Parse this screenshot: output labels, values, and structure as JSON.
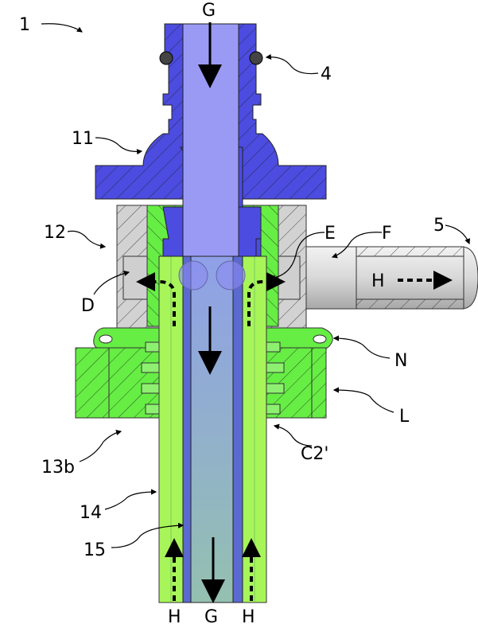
{
  "labels": {
    "assembly": "1",
    "flow_in_top": "G",
    "o_ring": "4",
    "connector": "11",
    "housing": "12",
    "e": "E",
    "pipe": "F",
    "outlet": "5",
    "d": "D",
    "flow_out": "H",
    "n": "N",
    "nut": "L",
    "part_13b": "13b",
    "c2": "C2'",
    "outer_tube": "14",
    "inner_tube": "15",
    "bottom_h_left": "H",
    "bottom_g": "G",
    "bottom_h_right": "H"
  },
  "colors": {
    "blue": "#4c4ce0",
    "green": "#66ee44",
    "grey": "#d2d2d2"
  }
}
